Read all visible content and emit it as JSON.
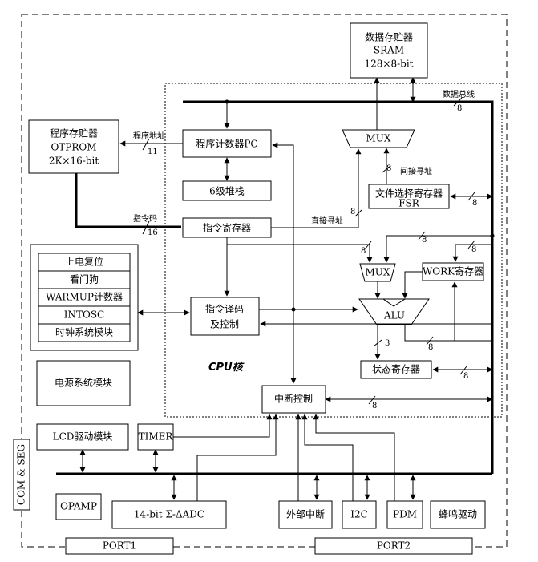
{
  "blocks": {
    "sram": {
      "line1": "数据存贮器",
      "line2": "SRAM",
      "line3": "128×8-bit"
    },
    "otprom": {
      "line1": "程序存贮器",
      "line2": "OTPROM",
      "line3": "2K×16-bit"
    },
    "pc": "程序计数器PC",
    "stack": "6级堆栈",
    "ir": "指令寄存器",
    "mux_top": "MUX",
    "fsr": {
      "line1": "文件选择寄存器",
      "line2": "FSR"
    },
    "mux_mid": "MUX",
    "work": "WORK寄存器",
    "alu": "ALU",
    "decoder": {
      "line1": "指令译码",
      "line2": "及控制"
    },
    "status": "状态寄存器",
    "interrupt": "中断控制",
    "system_group": [
      "上电复位",
      "看门狗",
      "WARMUP计数器",
      "INTOSC",
      "时钟系统模块"
    ],
    "power": "电源系统模块",
    "lcd": "LCD驱动模块",
    "timer": "TIMER",
    "com_seg": "COM & SEG",
    "opamp": "OPAMP",
    "adc": "14-bit Σ-ΔADC",
    "ext_int": "外部中断",
    "i2c": "I2C",
    "pdm": "PDM",
    "buzzer": "蜂鸣驱动",
    "port1": "PORT1",
    "port2": "PORT2",
    "cpu_core": "CPU核"
  },
  "labels": {
    "data_bus": "数据总线",
    "prog_addr": "程序地址",
    "instr_code": "指令码",
    "indirect": "间接寻址",
    "direct": "直接寻址"
  },
  "bus_widths": {
    "w8": "8",
    "w11": "11",
    "w16": "16",
    "w3": "3"
  }
}
